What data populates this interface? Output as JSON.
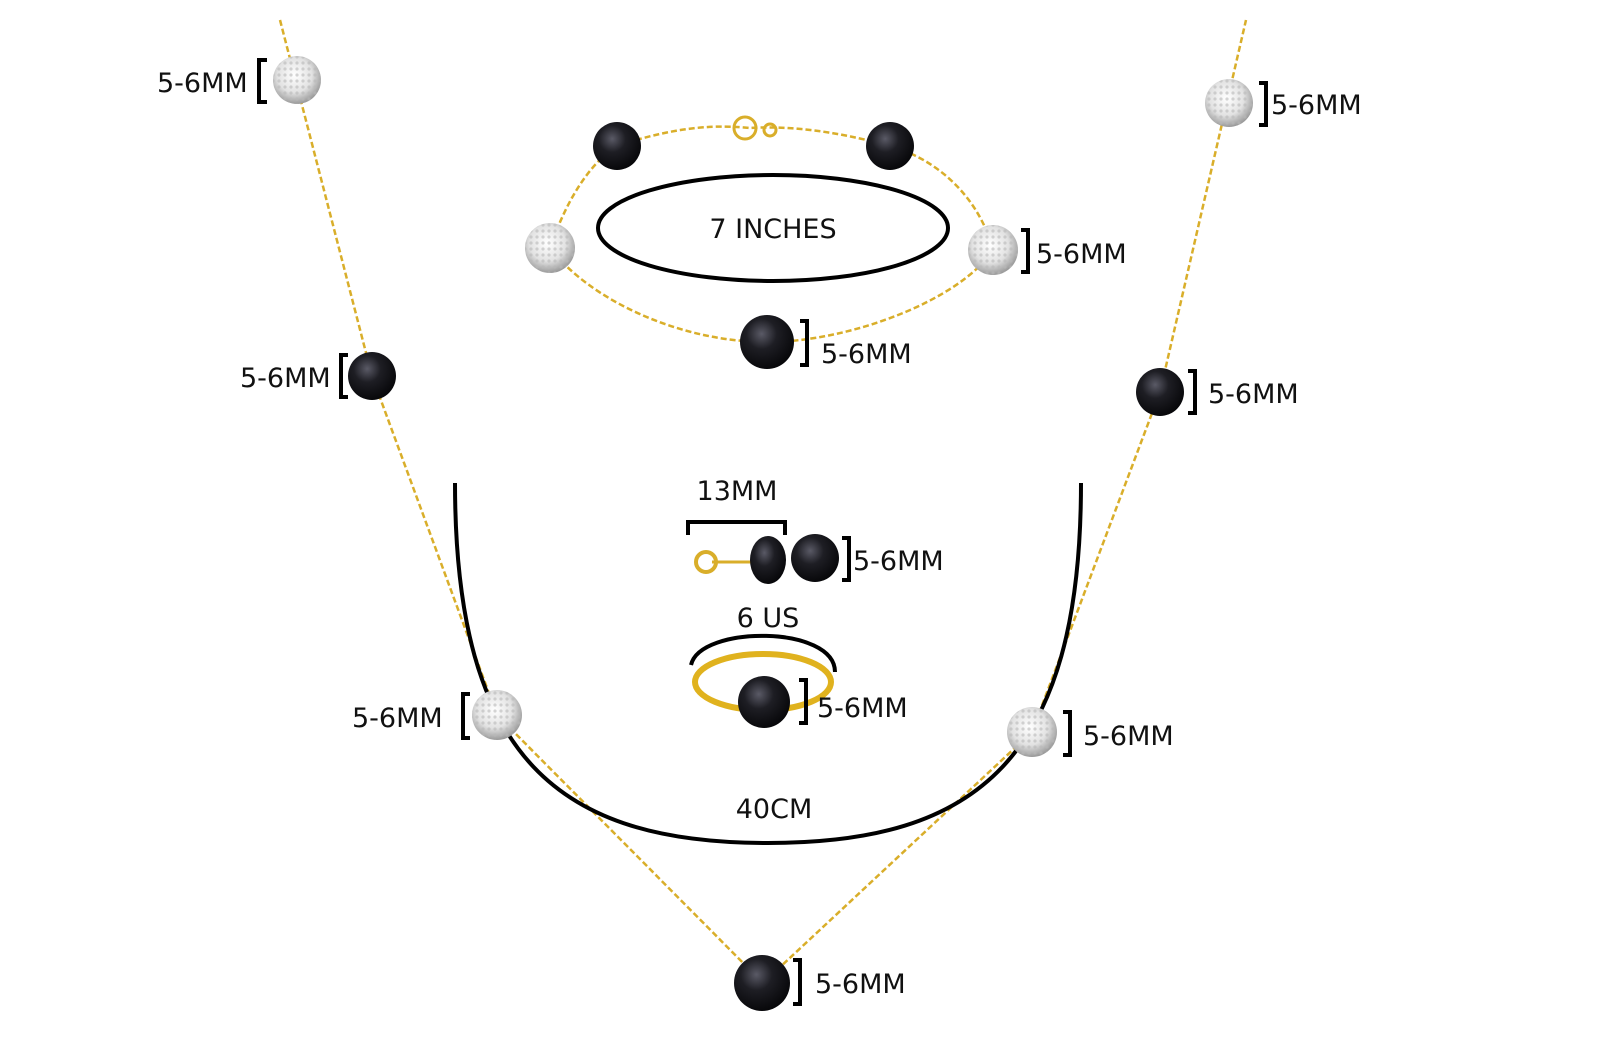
{
  "colors": {
    "gold": "#d9ae2a",
    "pearl": "#1a1a1f",
    "crystal": "#e8e8e8"
  },
  "necklace": {
    "length_label": "40CM",
    "bead_labels": [
      "5-6MM",
      "5-6MM",
      "5-6MM",
      "5-6MM",
      "5-6MM",
      "5-6MM",
      "5-6MM"
    ]
  },
  "bracelet": {
    "length_label": "7 INCHES",
    "bead_labels": [
      "5-6MM",
      "5-6MM"
    ]
  },
  "earrings": {
    "width_label": "13MM",
    "bead_label": "5-6MM"
  },
  "ring": {
    "size_label": "6 US",
    "bead_label": "5-6MM"
  }
}
